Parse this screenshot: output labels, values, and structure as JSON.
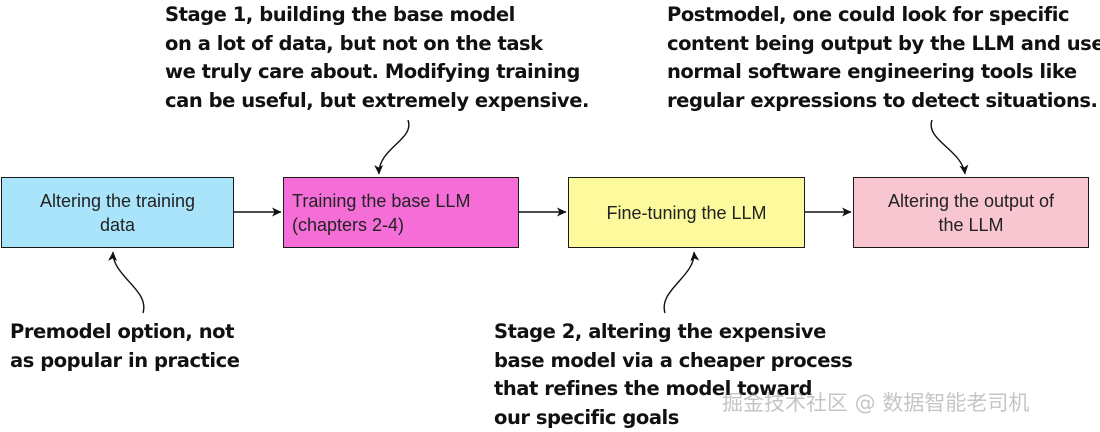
{
  "boxes": {
    "altering_training_data": {
      "line1": "Altering the training",
      "line2": "data",
      "color": "#a9e4fa"
    },
    "training_base_llm": {
      "line1": "Training the base LLM",
      "line2": "(chapters 2-4)",
      "color": "#f56ed8"
    },
    "fine_tuning": {
      "line1": "Fine-tuning the LLM",
      "color": "#fcfa9c"
    },
    "altering_output": {
      "line1": "Altering the output of",
      "line2": "the LLM",
      "color": "#f8c6d0"
    }
  },
  "annotations": {
    "stage1": [
      "Stage 1, building the base model",
      "on a lot of data, but not on the task",
      "we truly care about. Modifying training",
      "can be useful, but extremely expensive."
    ],
    "postmodel": [
      "Postmodel, one could look for specific",
      "content being output by the LLM and use",
      "normal software engineering tools like",
      "regular expressions to detect situations."
    ],
    "premodel": [
      "Premodel option, not",
      "as popular in practice"
    ],
    "stage2": [
      "Stage 2, altering the expensive",
      "base model via a cheaper process",
      "that refines the model toward",
      "our specific goals"
    ]
  },
  "watermark": "掘金技术社区 @ 数据智能老司机"
}
